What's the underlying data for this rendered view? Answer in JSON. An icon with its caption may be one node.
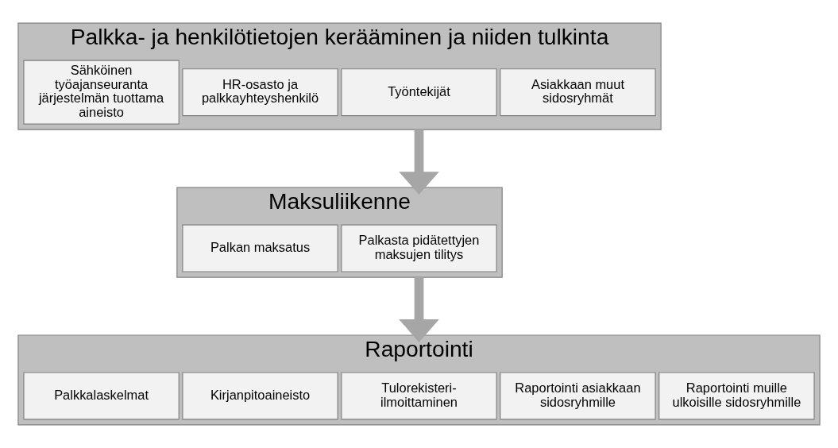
{
  "diagram": {
    "nodes": [
      {
        "text": [
          "Palkka- ja henkilötietojen kerääminen ja niiden tulkinta"
        ]
      },
      {
        "text": [
          "Sähköinen työajanseuranta järjestelmän tuottama aineisto"
        ],
        "in": 0
      },
      {
        "text": [
          "HR-osasto ja palkkayhteyshenkilö"
        ],
        "in": 0
      },
      {
        "text": [
          "Työntekijät"
        ],
        "in": 0
      },
      {
        "text": [
          "Asiakkaan muut sidosryhmät"
        ],
        "in": 0
      },
      {
        "text": [
          "Maksuliikenne"
        ]
      },
      {
        "text": [
          "Palkan maksatus"
        ],
        "in": 5
      },
      {
        "text": [
          "Palkasta pidätettyjen maksujen tilitys"
        ],
        "in": 5
      },
      {
        "text": [
          "Raportointi"
        ]
      },
      {
        "text": [
          "Palkkalaskelmat"
        ],
        "in": 8
      },
      {
        "text": [
          "Kirjanpitoaineisto"
        ],
        "in": 8
      },
      {
        "text": [
          "Tulorekisteri-ilmoittaminen"
        ],
        "in": 8
      },
      {
        "text": [
          "Raportointi asiakkaan sidosryhmille"
        ],
        "in": 8
      },
      {
        "text": [
          "Raportointi muille ulkoisille sidosryhmille"
        ],
        "in": 8
      }
    ],
    "edges": [
      {
        "from": 0,
        "to": 5,
        "arrow": "to"
      },
      {
        "from": 5,
        "to": 8,
        "arrow": "to"
      }
    ]
  }
}
